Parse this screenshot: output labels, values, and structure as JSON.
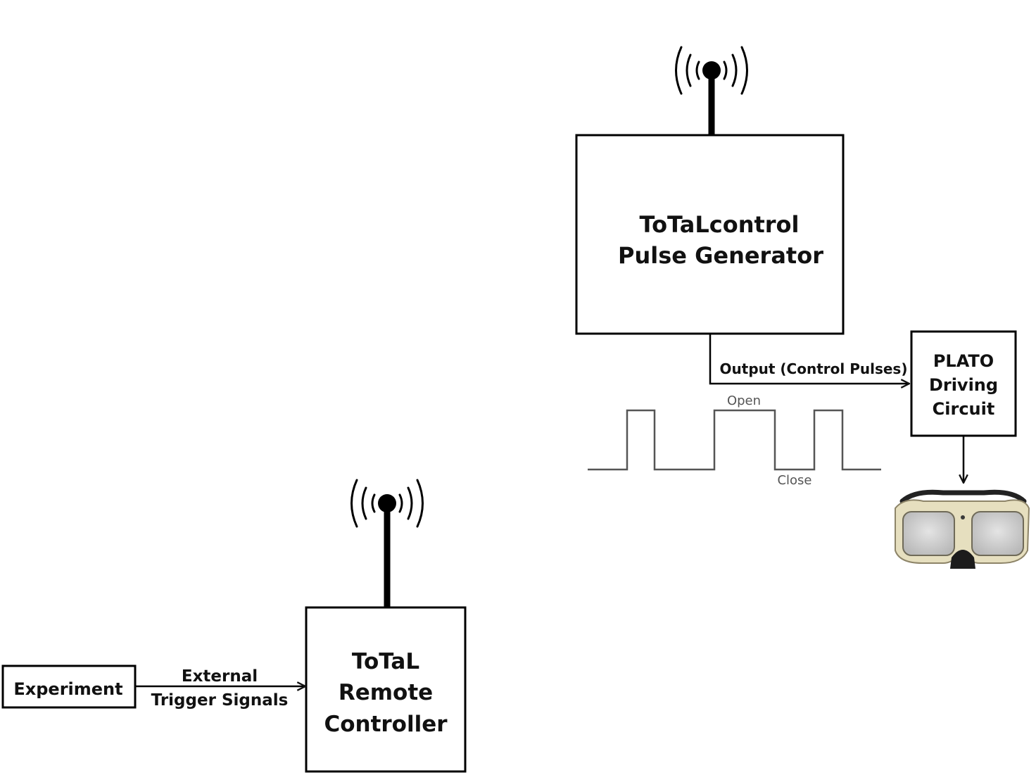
{
  "nodes": {
    "pulse_generator": {
      "lines": [
        "ToTaLcontrol",
        "Pulse Generator"
      ]
    },
    "plato_circuit": {
      "lines": [
        "PLATO",
        "Driving",
        "Circuit"
      ]
    },
    "remote_controller": {
      "lines": [
        "ToTaL",
        "Remote",
        "Controller"
      ]
    },
    "experiment": {
      "lines": [
        "Experiment"
      ]
    }
  },
  "edges": {
    "output": {
      "lines": [
        "Output (Control Pulses)"
      ]
    },
    "trigger": {
      "lines": [
        "External",
        "Trigger Signals"
      ]
    }
  },
  "waveform": {
    "open_label": "Open",
    "close_label": "Close"
  },
  "icons": {
    "antenna_top": "antenna-icon",
    "antenna_bottom": "antenna-icon",
    "glasses": "plato-glasses-icon"
  }
}
